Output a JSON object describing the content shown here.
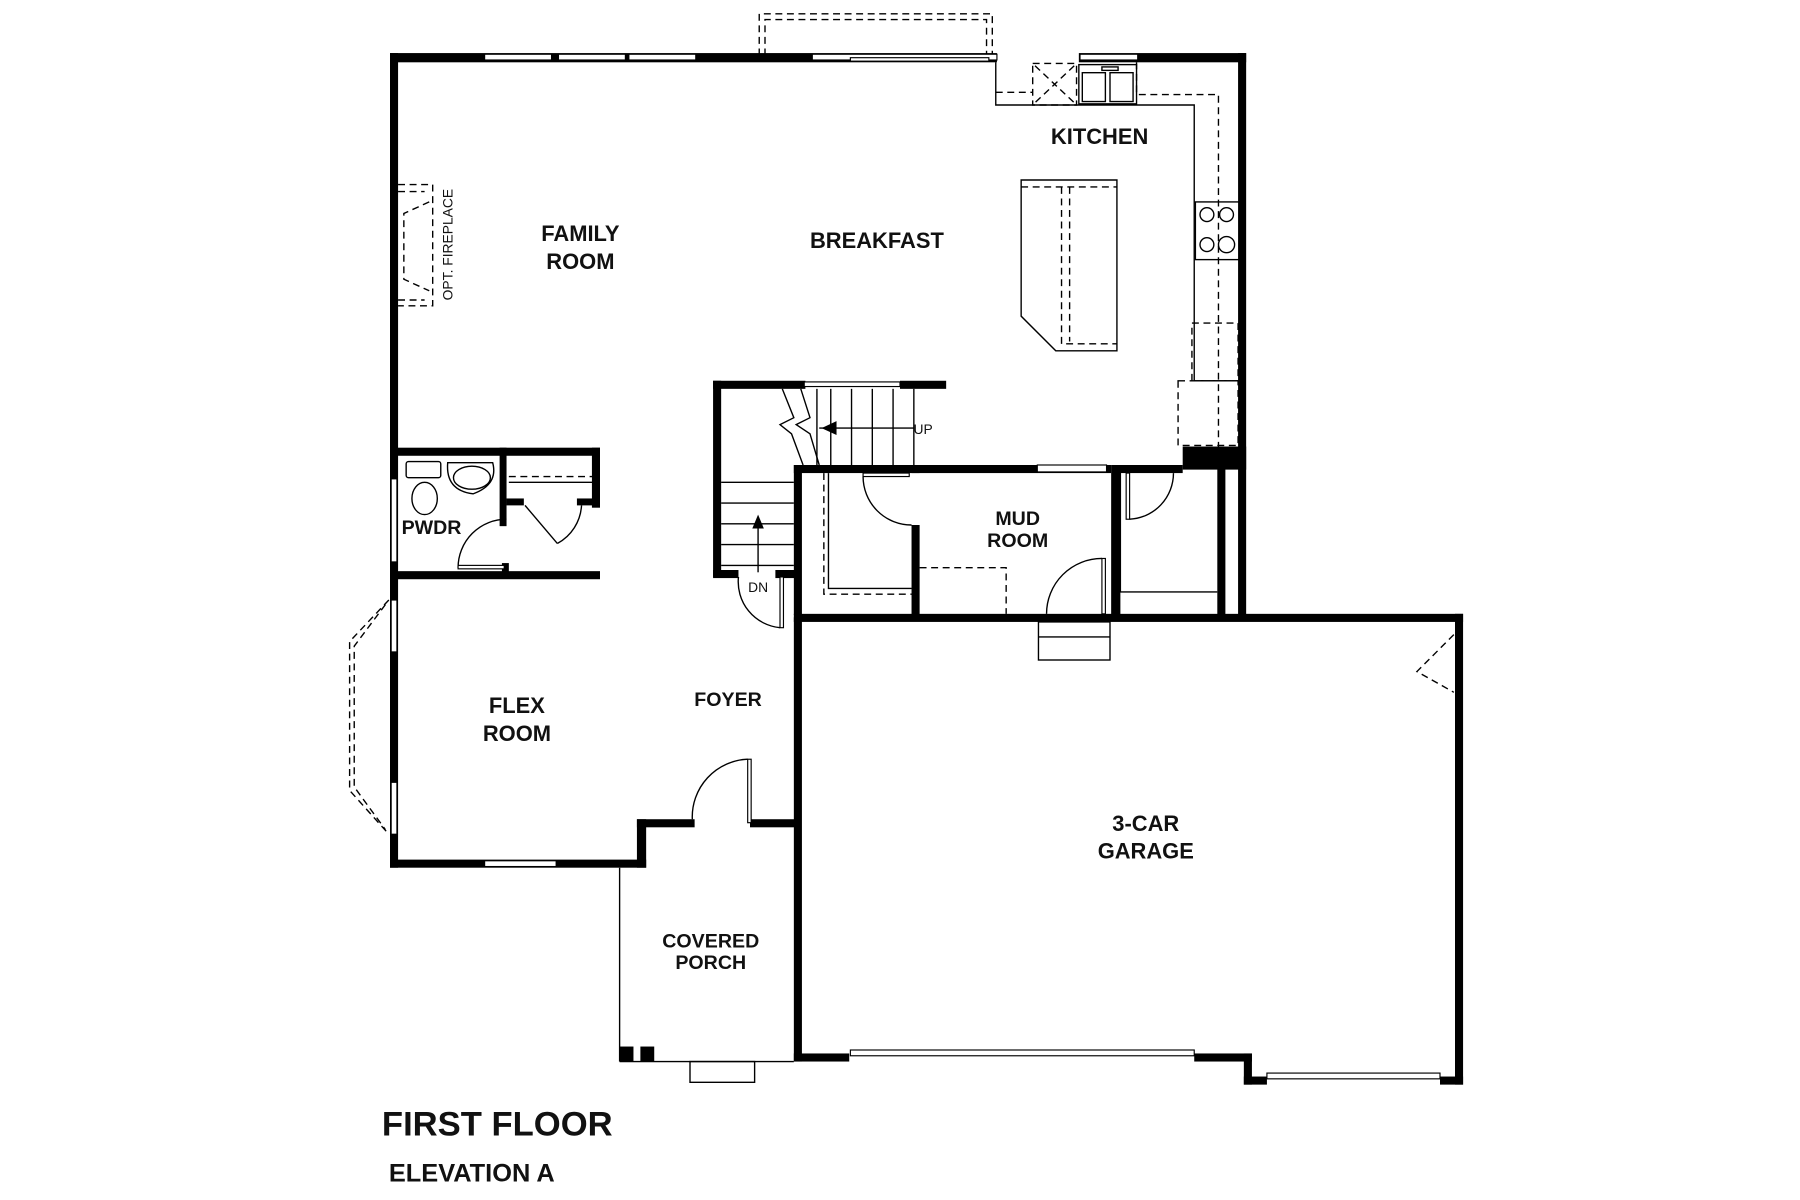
{
  "plan": {
    "title": "FIRST FLOOR",
    "subtitle": "ELEVATION A",
    "colors": {
      "wall": "#000000",
      "background": "#ffffff"
    },
    "rooms": {
      "family_room": {
        "line1": "FAMILY",
        "line2": "ROOM"
      },
      "breakfast": {
        "line1": "BREAKFAST"
      },
      "kitchen": {
        "line1": "KITCHEN"
      },
      "powder": {
        "line1": "PWDR"
      },
      "mud_room": {
        "line1": "MUD",
        "line2": "ROOM"
      },
      "flex_room": {
        "line1": "FLEX",
        "line2": "ROOM"
      },
      "foyer": {
        "line1": "FOYER"
      },
      "garage": {
        "line1": "3-CAR",
        "line2": "GARAGE"
      },
      "porch": {
        "line1": "COVERED",
        "line2": "PORCH"
      }
    },
    "annotations": {
      "fireplace": "OPT. FIREPLACE",
      "stairs_up": "UP",
      "stairs_down": "DN"
    }
  }
}
